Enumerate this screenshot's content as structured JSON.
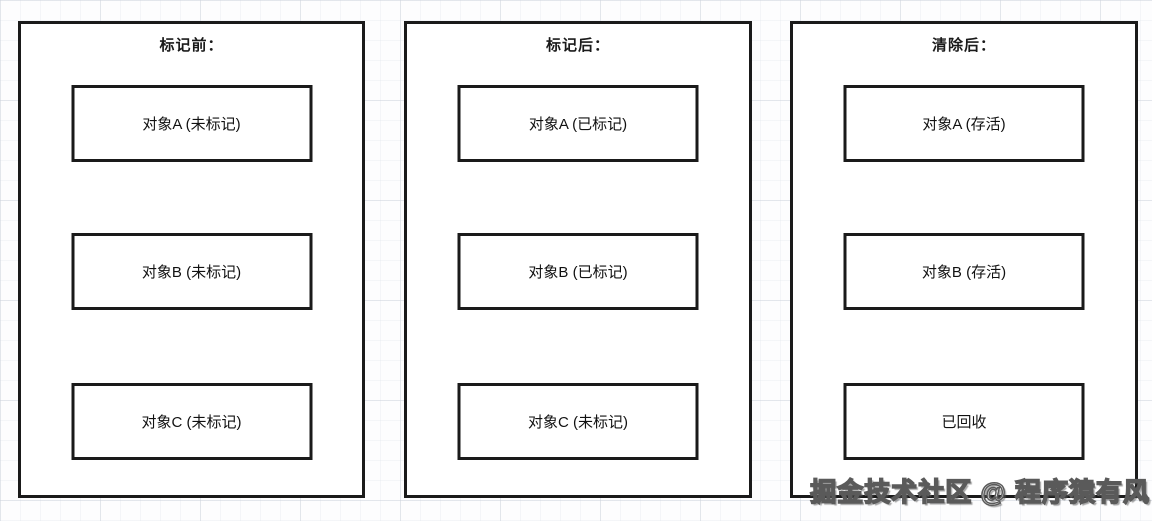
{
  "panels": [
    {
      "title": "标记前：",
      "boxes": [
        "对象A (未标记)",
        "对象B (未标记)",
        "对象C (未标记)"
      ]
    },
    {
      "title": "标记后：",
      "boxes": [
        "对象A (已标记)",
        "对象B (已标记)",
        "对象C (未标记)"
      ]
    },
    {
      "title": "清除后：",
      "boxes": [
        "对象A (存活)",
        "对象B (存活)",
        "已回收"
      ]
    }
  ],
  "watermark": {
    "text": "掘金技术社区 @ 程序猿有风"
  },
  "colors": {
    "border": "#1a1a1a",
    "panel_background": "#ffffff",
    "watermark_fill": "#ffffff",
    "watermark_outline": "#5a5a5a"
  }
}
